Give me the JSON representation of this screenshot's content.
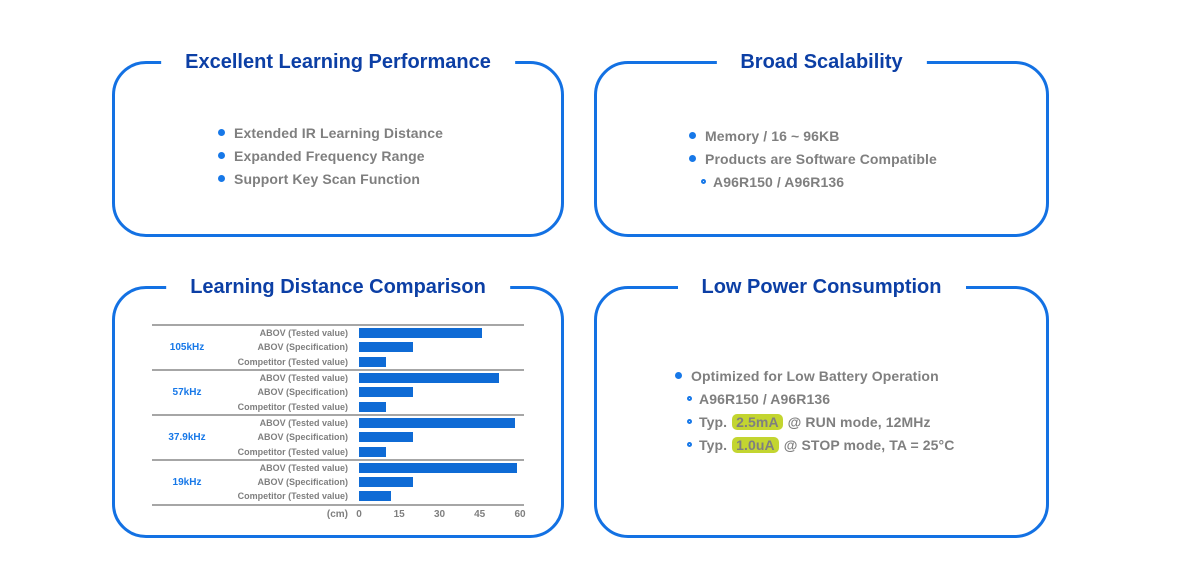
{
  "colors": {
    "border_blue": "#1371E3",
    "title_blue": "#0C3FA5",
    "bright_blue": "#1778E8",
    "bar_blue": "#0F6BD5",
    "text_gray": "#7F7F7F",
    "separator_gray": "#A6A6A6",
    "highlight_green": "#C3D530"
  },
  "panels": {
    "learning_performance": {
      "title": "Excellent Learning Performance",
      "bullets": [
        "Extended IR Learning Distance",
        "Expanded Frequency Range",
        "Support Key Scan Function"
      ]
    },
    "broad_scalability": {
      "title": "Broad Scalability",
      "bullets": [
        "Memory / 16 ~ 96KB",
        "Products are Software Compatible"
      ],
      "sub_bullets": [
        "A96R150 / A96R136"
      ]
    },
    "learning_distance": {
      "title": "Learning Distance Comparison"
    },
    "low_power": {
      "title": "Low Power Consumption",
      "bullet": "Optimized for Low Battery Operation",
      "sub_items": [
        {
          "pre": "A96R150 / A96R136",
          "highlight": "",
          "post": ""
        },
        {
          "pre": "Typ. ",
          "highlight": "2.5mA",
          "post": " @ RUN mode, 12MHz"
        },
        {
          "pre": "Typ. ",
          "highlight": "1.0uA",
          "post": " @ STOP mode, TA = 25°C"
        }
      ]
    }
  },
  "chart_data": {
    "type": "bar",
    "orientation": "horizontal",
    "title": "Learning Distance Comparison",
    "xlabel": "(cm)",
    "unit_label": "(cm)",
    "xlim": [
      0,
      60
    ],
    "xticks": [
      0,
      15,
      30,
      45,
      60
    ],
    "grid": false,
    "categories": [
      "105kHz",
      "57kHz",
      "37.9kHz",
      "19kHz"
    ],
    "series": [
      {
        "name": "ABOV (Tested value)",
        "values": [
          46,
          52,
          58,
          59
        ]
      },
      {
        "name": "ABOV (Specification)",
        "values": [
          20,
          20,
          20,
          20
        ]
      },
      {
        "name": "Competitor (Tested value)",
        "values": [
          10,
          10,
          10,
          12
        ]
      }
    ]
  }
}
